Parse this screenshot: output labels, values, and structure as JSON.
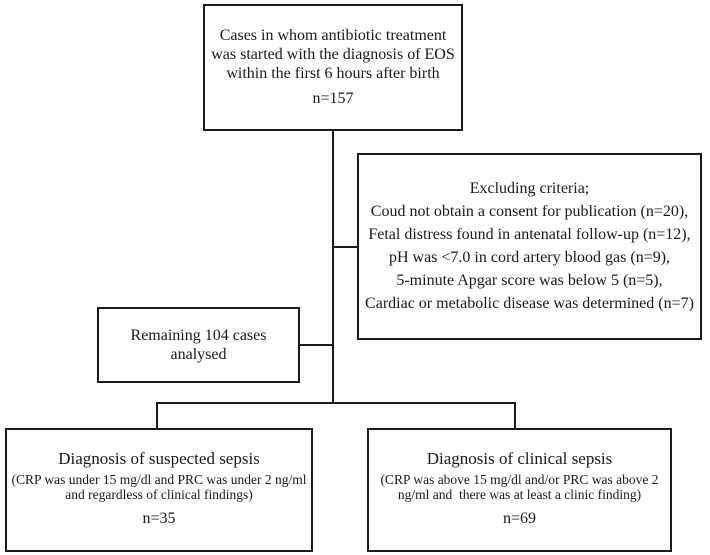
{
  "figure": {
    "background_color": "#ffffff",
    "line_color": "#1a1a1a",
    "type": "flowchart"
  },
  "boxes": {
    "eos_cases": {
      "lines": [
        "Cases in whom antibiotic treatment",
        "was started with the diagnosis of EOS",
        "within the first 6 hours after birth"
      ],
      "n": "n=157"
    },
    "excluding": {
      "title": "Excluding criteria;",
      "items": [
        "Coud not obtain a consent for publication (n=20),",
        "Fetal distress found in antenatal follow-up (n=12),",
        "pH was <7.0 in cord artery blood gas (n=9),",
        "5-minute Apgar score was below 5 (n=5),",
        "Cardiac or metabolic disease was determined (n=7)"
      ]
    },
    "remaining": {
      "lines": [
        "Remaining 104 cases",
        "analysed"
      ]
    },
    "suspected_sepsis": {
      "title": "Diagnosis of suspected sepsis",
      "criteria_lines": [
        "(CRP was under 15 mg/dl and PRC was under 2 ng/ml",
        "and regardless of clinical findings)"
      ],
      "n": "n=35"
    },
    "clinical_sepsis": {
      "title": "Diagnosis of clinical sepsis",
      "criteria_lines": [
        "(CRP was above 15 mg/dl and/or PRC was above 2",
        "ng/ml and  there was at least a clinic finding)"
      ],
      "n": "n=69"
    }
  }
}
